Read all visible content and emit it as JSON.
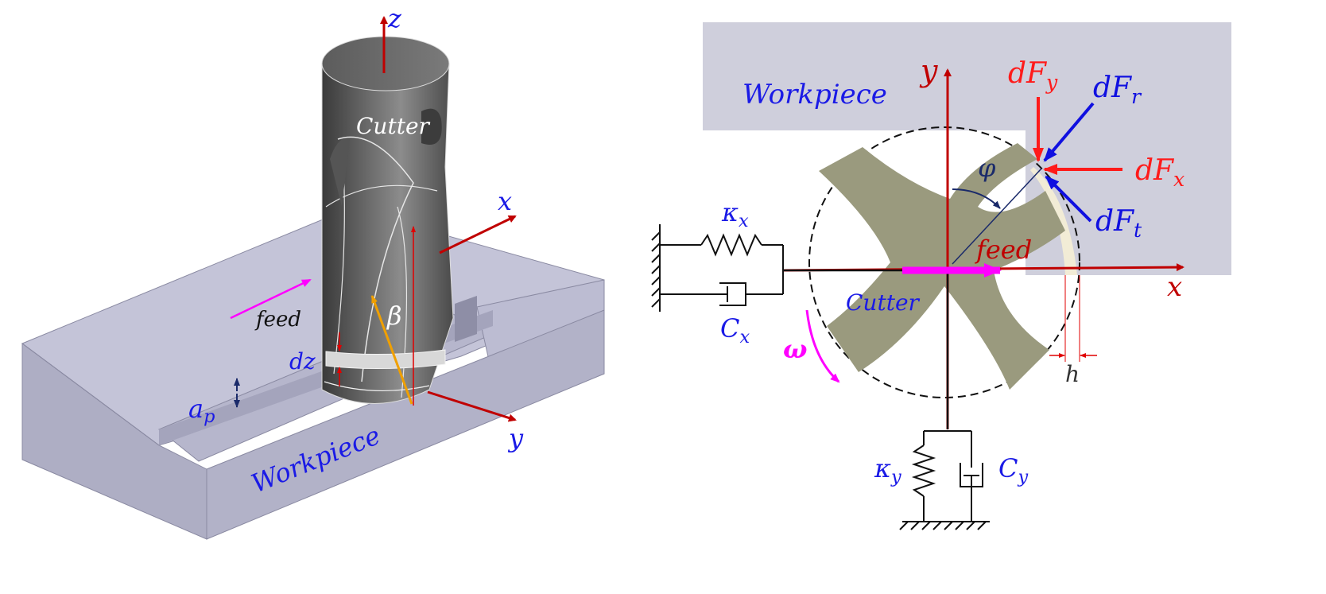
{
  "left_figure": {
    "axis_z": "z",
    "axis_x": "x",
    "axis_y": "y",
    "cutter_label": "Cutter",
    "workpiece_label": "Workpiece",
    "feed_label": "feed",
    "beta_label": "β",
    "dz_label": "dz",
    "ap_main": "a",
    "ap_sub": "p"
  },
  "right_figure": {
    "workpiece_label": "Workpiece",
    "cutter_label": "Cutter",
    "axis_y": "y",
    "axis_x": "x",
    "feed_label": "feed",
    "phi_label": "φ",
    "omega_label": "ω",
    "h_label": "h",
    "dFy_main": "dF",
    "dFy_sub": "y",
    "dFr_main": "dF",
    "dFr_sub": "r",
    "dFx_main": "dF",
    "dFx_sub": "x",
    "dFt_main": "dF",
    "dFt_sub": "t",
    "kx_main": "κ",
    "kx_sub": "x",
    "cx_main": "C",
    "cx_sub": "x",
    "ky_main": "κ",
    "ky_sub": "y",
    "cy_main": "C",
    "cy_sub": "y"
  },
  "colors": {
    "axis_red": "#c00000",
    "force_red": "#ff1a1a",
    "force_blue": "#1010e0",
    "label_blue": "#1a1ae6",
    "feed_magenta": "#ff00ff",
    "workpiece_fill": "#cfcfdc",
    "cutter_fill": "#9a9a7e",
    "chip_fill": "#f2ecd6"
  }
}
